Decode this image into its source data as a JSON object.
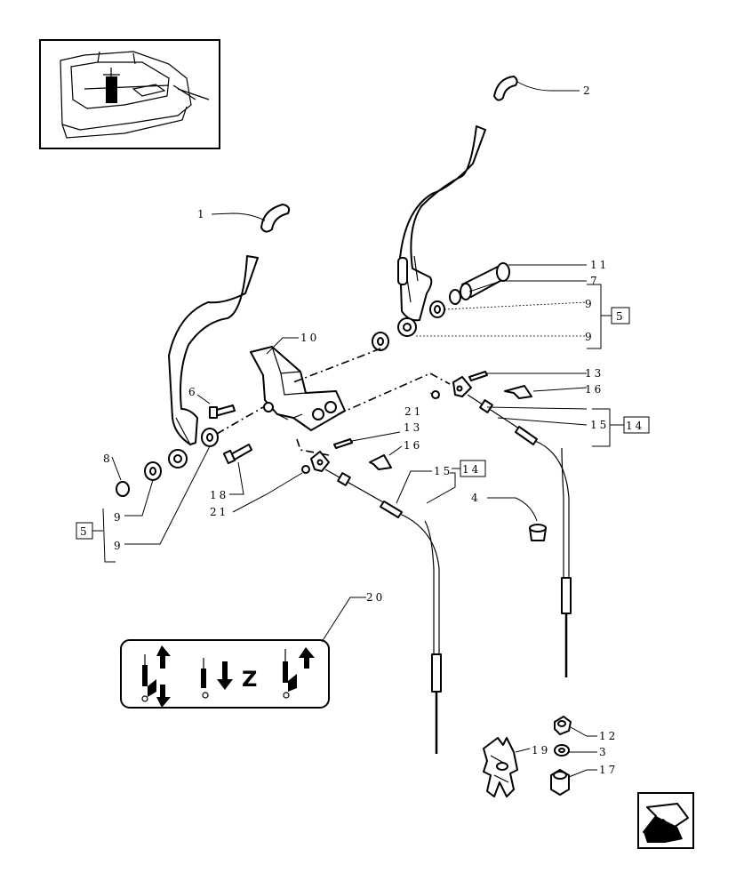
{
  "callouts": {
    "c1": "1",
    "c2": "2",
    "c3": "3",
    "c4": "4",
    "c5a": "5",
    "c5b": "5",
    "c6": "6",
    "c7": "7",
    "c8": "8",
    "c9a": "9",
    "c9b": "9",
    "c9c": "9",
    "c9d": "9",
    "c10": "10",
    "c11": "11",
    "c12": "12",
    "c13a": "13",
    "c13b": "13",
    "c14a": "14",
    "c14b": "14",
    "c15a": "15",
    "c15b": "15",
    "c16a": "16",
    "c16b": "16",
    "c17": "17",
    "c18": "18",
    "c19": "19",
    "c20": "20",
    "c21a": "21",
    "c21b": "21"
  },
  "decal": {
    "symbol": "Z"
  },
  "icons": {
    "inset": "tractor-cab-inset-icon",
    "nav": "previous-page-arrow-icon"
  }
}
